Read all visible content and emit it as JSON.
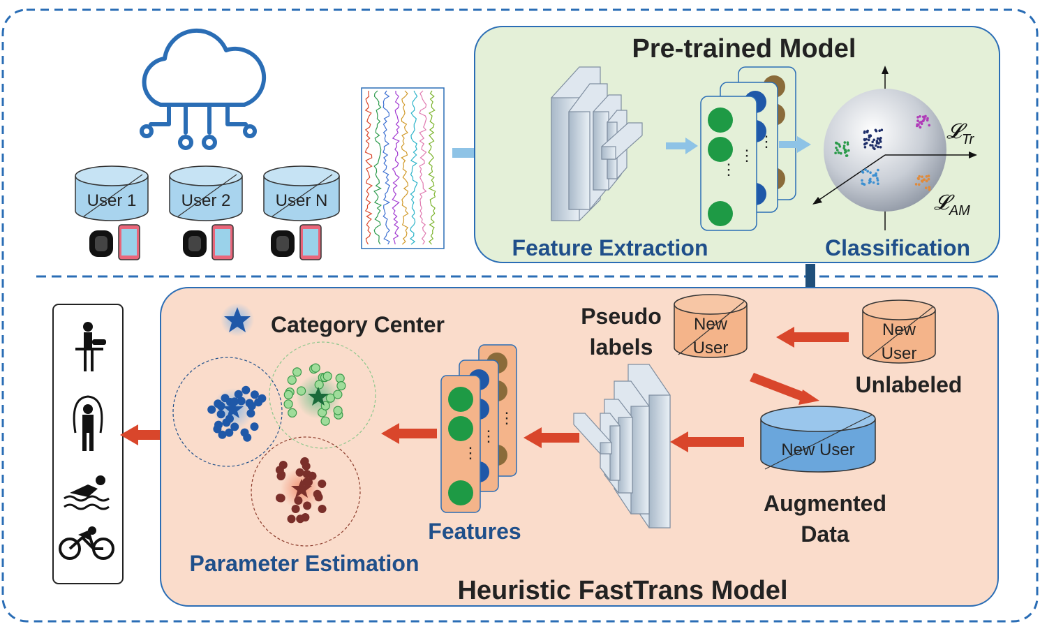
{
  "top": {
    "users": [
      "User 1",
      "User 2",
      "User N"
    ],
    "pretrained": {
      "title": "Pre-trained Model",
      "feature_extraction": "Feature Extraction",
      "classification": "Classification",
      "loss_tr": "𝓛",
      "loss_tr_sub": "Tr",
      "loss_am": "𝓛",
      "loss_am_sub": "AM"
    }
  },
  "bottom": {
    "title": "Heuristic FastTrans Model",
    "category_center": "Category Center",
    "parameter_estimation": "Parameter Estimation",
    "features": "Features",
    "pseudo_line1": "Pseudo",
    "pseudo_line2": "labels",
    "new_user_top": "New",
    "new_user_bottom": "User",
    "unlabeled": "Unlabeled",
    "augmented_user": "New User",
    "augmented_line1": "Augmented",
    "augmented_line2": "Data"
  },
  "colors": {
    "frame_dash": "#2a6db5",
    "pretrained_bg": "#e4f0d8",
    "fasttrans_bg": "#fadccb",
    "blue_text": "#1f4f8a",
    "user_cyl": "#a9d4ee",
    "orange_cyl": "#f4b48a",
    "arrow_light": "#8ec3e6",
    "arrow_red": "#d9462b",
    "dark_arrow": "#1f4f7a"
  },
  "icons": [
    "cloud-network-icon",
    "smartwatch-icon",
    "phone-icon",
    "ironing-icon",
    "jump-rope-icon",
    "swimming-icon",
    "cycling-icon",
    "star-icon"
  ]
}
